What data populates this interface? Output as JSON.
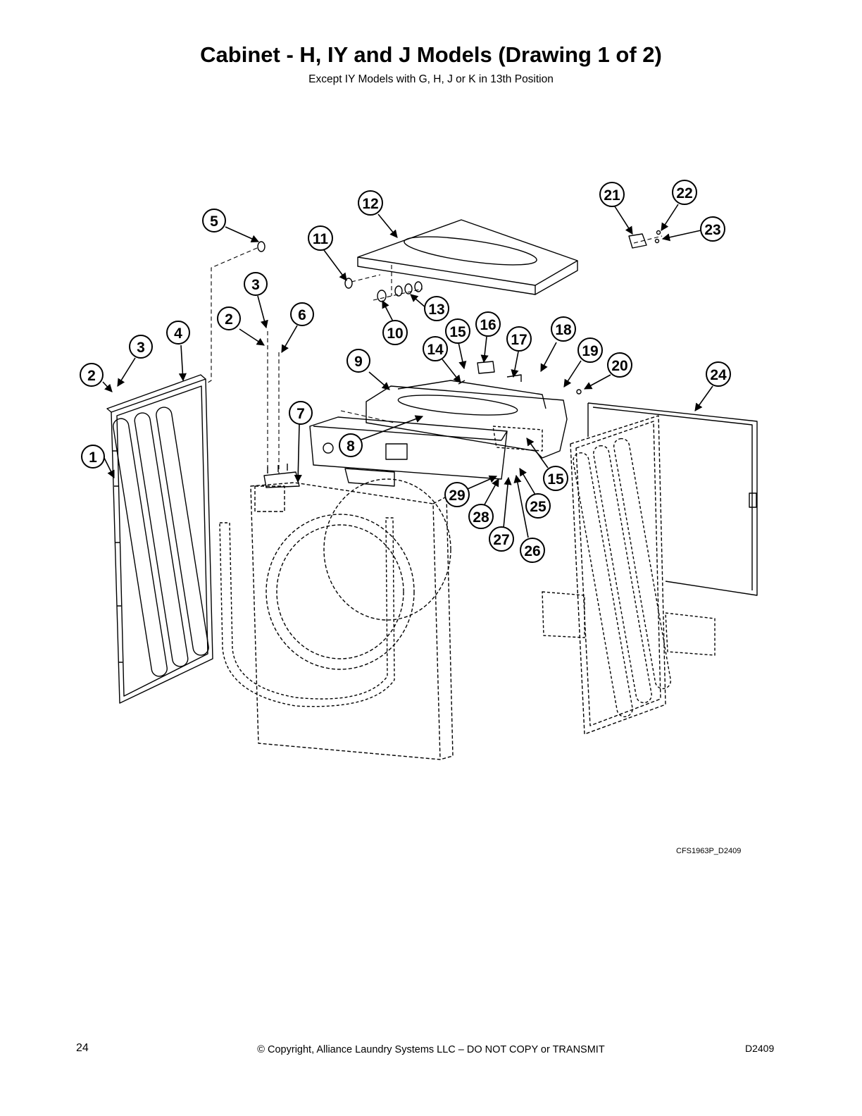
{
  "header": {
    "title": "Cabinet - H, IY and J Models (Drawing 1 of 2)",
    "subtitle": "Except IY Models with G, H, J or K in 13th Position"
  },
  "diagram": {
    "callouts": [
      "1",
      "2",
      "3",
      "4",
      "5",
      "2",
      "3",
      "6",
      "7",
      "8",
      "9",
      "10",
      "11",
      "12",
      "13",
      "14",
      "15",
      "16",
      "17",
      "18",
      "19",
      "20",
      "15",
      "21",
      "22",
      "23",
      "24",
      "25",
      "26",
      "27",
      "28",
      "29"
    ],
    "drawing_id": "CFS1963P_D2409"
  },
  "footer": {
    "page_number": "24",
    "copyright": "© Copyright, Alliance Laundry Systems LLC – DO NOT COPY or TRANSMIT",
    "doc_id": "D2409"
  }
}
